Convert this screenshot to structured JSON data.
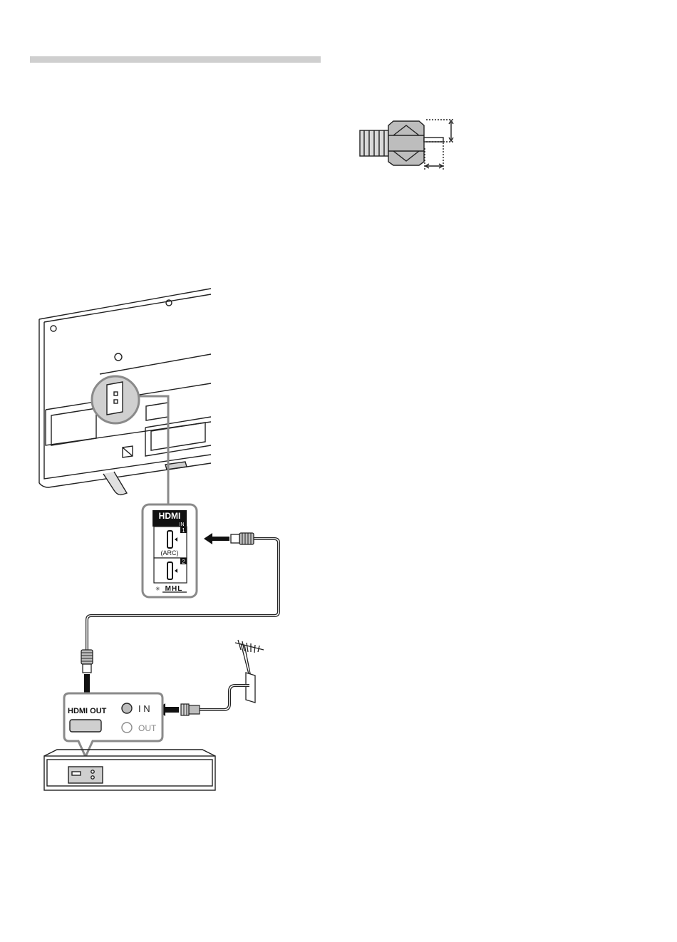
{
  "hdmi_panel": {
    "logo": "HDMI",
    "in_label": "IN",
    "port1_number": "1",
    "port1_caption": "(ARC)",
    "port2_number": "2",
    "mhl_label": "MHL"
  },
  "recorder_panel": {
    "hdmi_out_label": "HDMI OUT",
    "antenna_in_label": "I N",
    "antenna_out_label": "OUT"
  },
  "colors": {
    "line": "#222222",
    "panel_gray": "#8a8a8a",
    "fill_gray": "#c8c8c8",
    "section_bar": "#cfcfcf"
  }
}
